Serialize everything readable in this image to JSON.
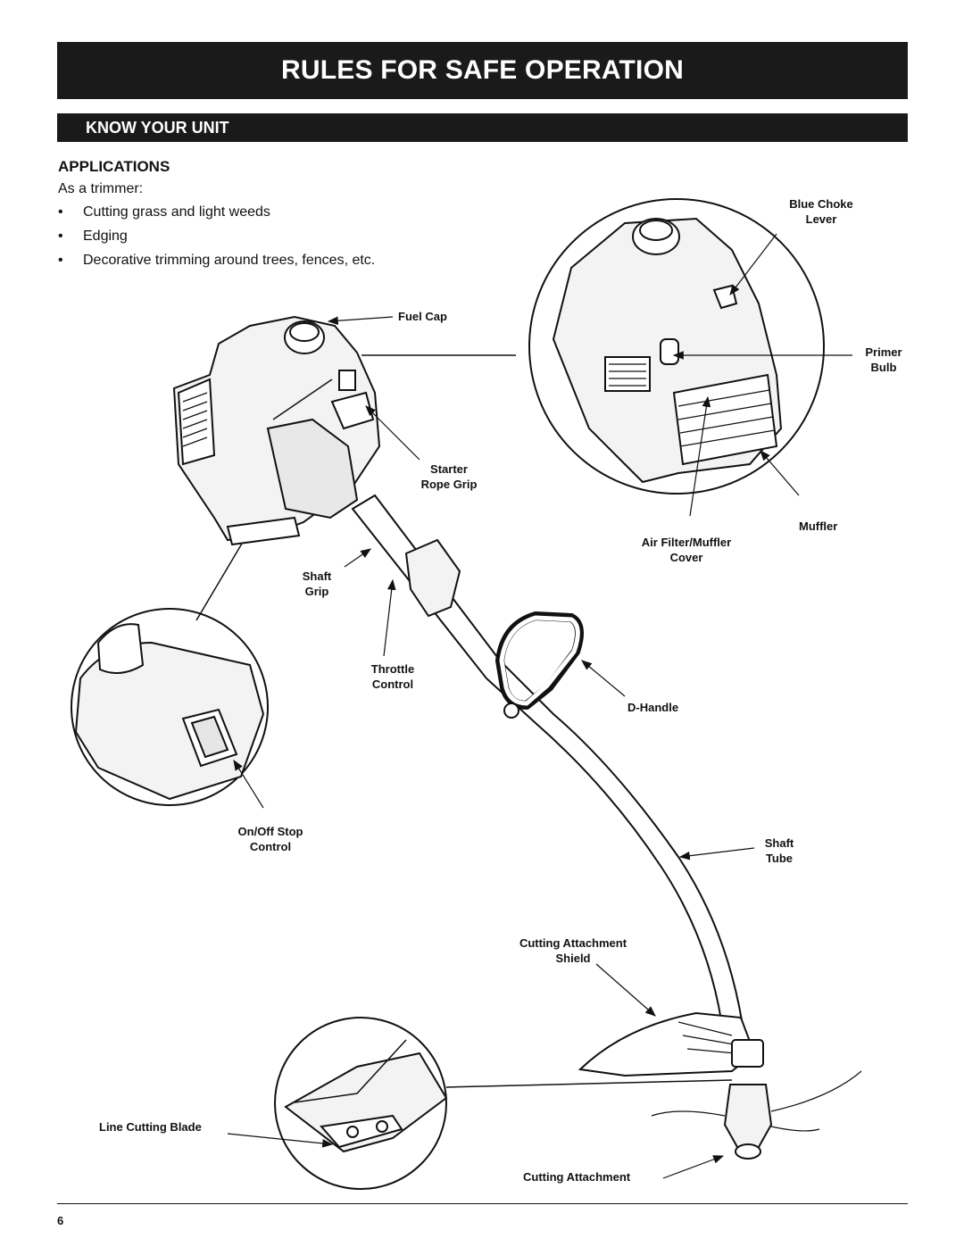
{
  "header": {
    "title": "RULES FOR SAFE OPERATION",
    "section": "KNOW YOUR UNIT"
  },
  "applications": {
    "title": "APPLICATIONS",
    "intro": "As a trimmer:",
    "items": [
      "Cutting grass and light weeds",
      "Edging",
      "Decorative trimming around trees, fences, etc."
    ]
  },
  "labels": {
    "fuel_cap": "Fuel Cap",
    "blue_choke": [
      "Blue Choke",
      "Lever"
    ],
    "primer": [
      "Primer",
      "Bulb"
    ],
    "starter": [
      "Starter",
      "Rope Grip"
    ],
    "muffler": "Muffler",
    "air_filter": [
      "Air Filter/Muffler",
      "Cover"
    ],
    "shaft_grip": [
      "Shaft",
      "Grip"
    ],
    "throttle": [
      "Throttle",
      "Control"
    ],
    "d_handle": "D-Handle",
    "on_off": [
      "On/Off Stop",
      "Control"
    ],
    "shaft_tube": [
      "Shaft",
      "Tube"
    ],
    "shield": [
      "Cutting Attachment",
      "Shield"
    ],
    "line_blade": "Line Cutting Blade",
    "cutting_attachment": "Cutting Attachment"
  },
  "footer": {
    "page_number": "6"
  }
}
